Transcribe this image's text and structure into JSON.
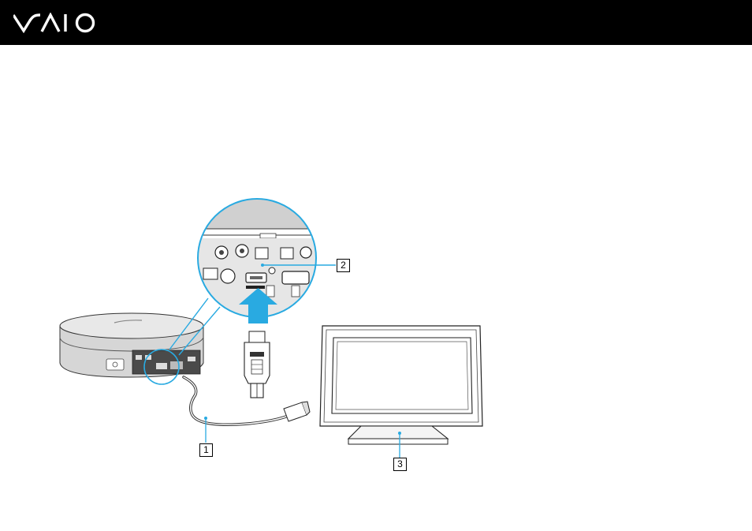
{
  "header": {
    "logo_icon": "vaio-logo-icon",
    "background": "#000000",
    "logo_color": "#ffffff"
  },
  "illustration": {
    "icons": [
      "computer-icon",
      "hdmi-port-icon",
      "hdmi-plug-icon",
      "hdmi-cable-icon",
      "tv-monitor-icon",
      "arrow-up-icon"
    ],
    "highlight_color": "#29aae1",
    "callouts": {
      "one": "1",
      "two": "2",
      "three": "3"
    }
  }
}
